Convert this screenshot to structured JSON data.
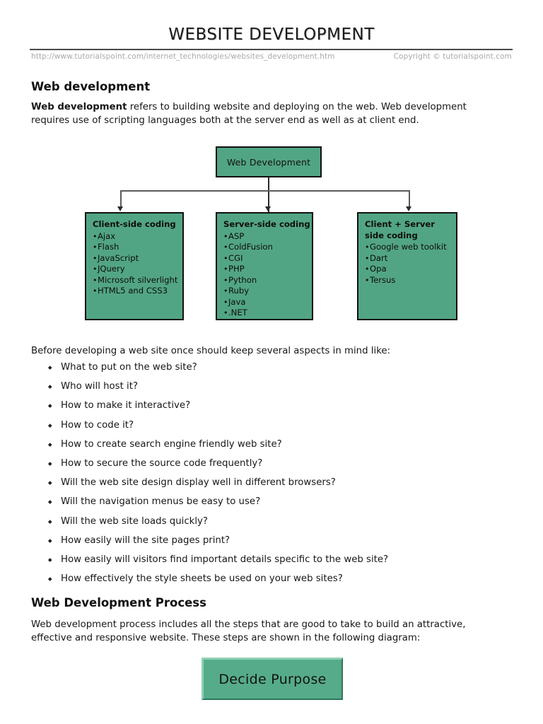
{
  "header": {
    "title": "WEBSITE DEVELOPMENT",
    "url": "http://www.tutorialspoint.com/internet_technologies/websites_development.htm",
    "copyright": "Copyright © tutorialspoint.com"
  },
  "sections": {
    "web_development": {
      "heading": "Web development",
      "intro_bold": "Web development",
      "intro_rest": " refers to building website and deploying on the web. Web development requires use of scripting languages both at the server end as well as at client end."
    },
    "before_line": "Before developing a web site once should keep several aspects in mind like:",
    "process": {
      "heading": "Web Development Process",
      "paragraph": "Web development process includes all the steps that are good to take to build an attractive, effective and responsive website. These steps are shown in the following diagram:"
    }
  },
  "diagram": {
    "root": {
      "title": "Web Development"
    },
    "nodes": [
      {
        "title": "Client-side coding",
        "items": [
          "Ajax",
          "Flash",
          "JavaScript",
          "JQuery",
          "Microsoft silverlight",
          "HTML5 and CSS3"
        ]
      },
      {
        "title": "Server-side coding",
        "items": [
          "ASP",
          "ColdFusion",
          "CGI",
          "PHP",
          "Python",
          "Ruby",
          "Java",
          ".NET"
        ]
      },
      {
        "title": "Client + Server side coding",
        "items": [
          "Google web toolkit",
          "Dart",
          "Opa",
          "Tersus"
        ]
      }
    ],
    "box_fill": "#52a584",
    "box_border": "#101010"
  },
  "aspects": [
    "What to put on the web site?",
    "Who will host it?",
    "How to make it interactive?",
    "How to code it?",
    "How to create search engine friendly web site?",
    "How to secure the source code frequently?",
    "Will the web site design display well in different browsers?",
    "Will the navigation menus be easy to use?",
    "Will the web site loads quickly?",
    "How easily will the site pages print?",
    "How easily will visitors find important details specific to the web site?",
    "How effectively the style sheets be used on your web sites?"
  ],
  "process_diagram": {
    "first_step": "Decide Purpose",
    "fill": "#56ab8a"
  }
}
